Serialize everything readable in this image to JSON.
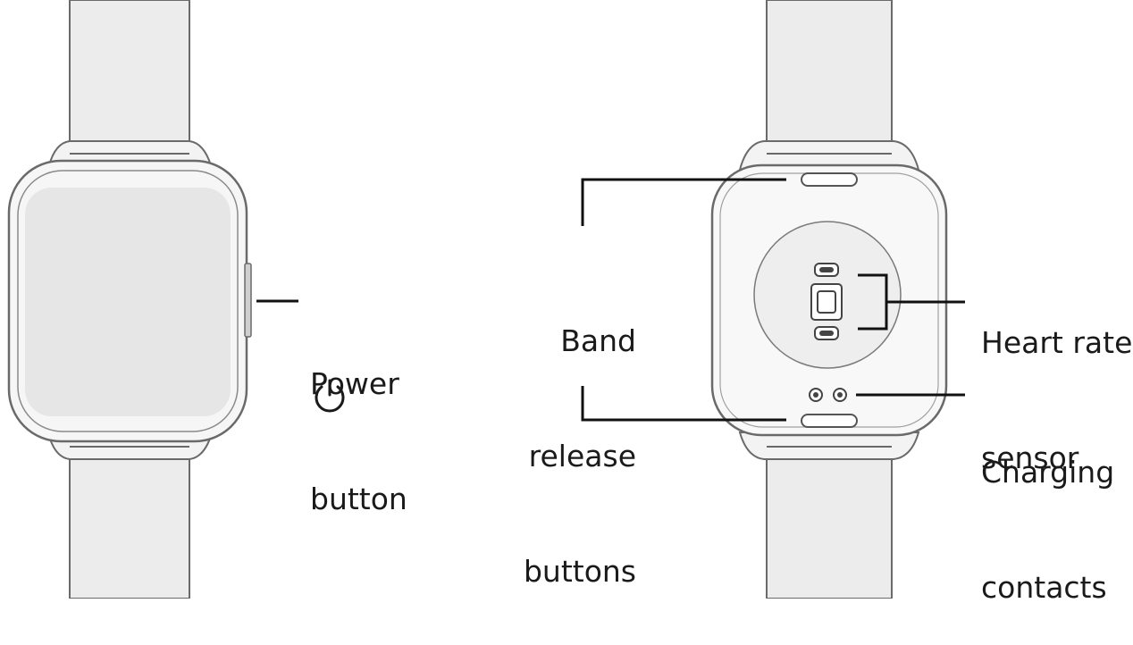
{
  "diagram": {
    "colors": {
      "outline": "#555555",
      "band_fill": "#e8e8e8",
      "screen_fill": "#e6e6e6",
      "leader_line": "#111111"
    },
    "callouts": {
      "power_button": [
        "Power",
        "button"
      ],
      "band_release_buttons": [
        "Band",
        "release",
        "buttons"
      ],
      "heart_rate_sensor": [
        "Heart rate",
        "sensor"
      ],
      "charging_contacts": [
        "Charging",
        "contacts"
      ]
    },
    "icons": {
      "power": "power-icon"
    }
  }
}
